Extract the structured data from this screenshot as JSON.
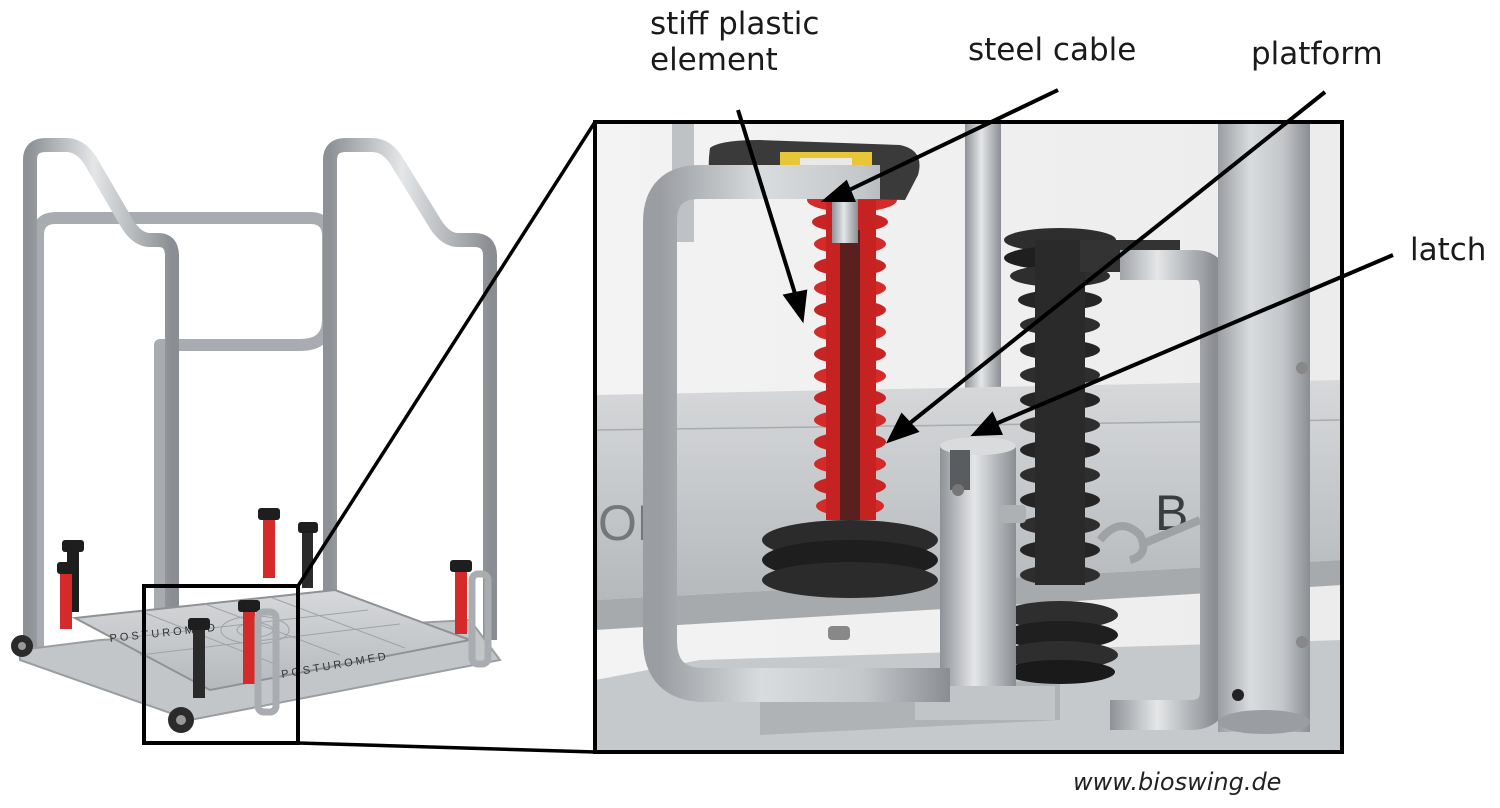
{
  "labels": {
    "stiff_plastic_line1": "stiff plastic",
    "stiff_plastic_line2": "element",
    "steel_cable": "steel cable",
    "platform": "platform",
    "latch": "latch"
  },
  "credit": "www.bioswing.de",
  "product_brand_text": "POSTUROMED",
  "colors": {
    "frame": "#b8bcc0",
    "spring_red": "#d42a2a",
    "spring_black": "#2a2a2a",
    "platform": "#c9cccf",
    "outline": "#000000"
  }
}
